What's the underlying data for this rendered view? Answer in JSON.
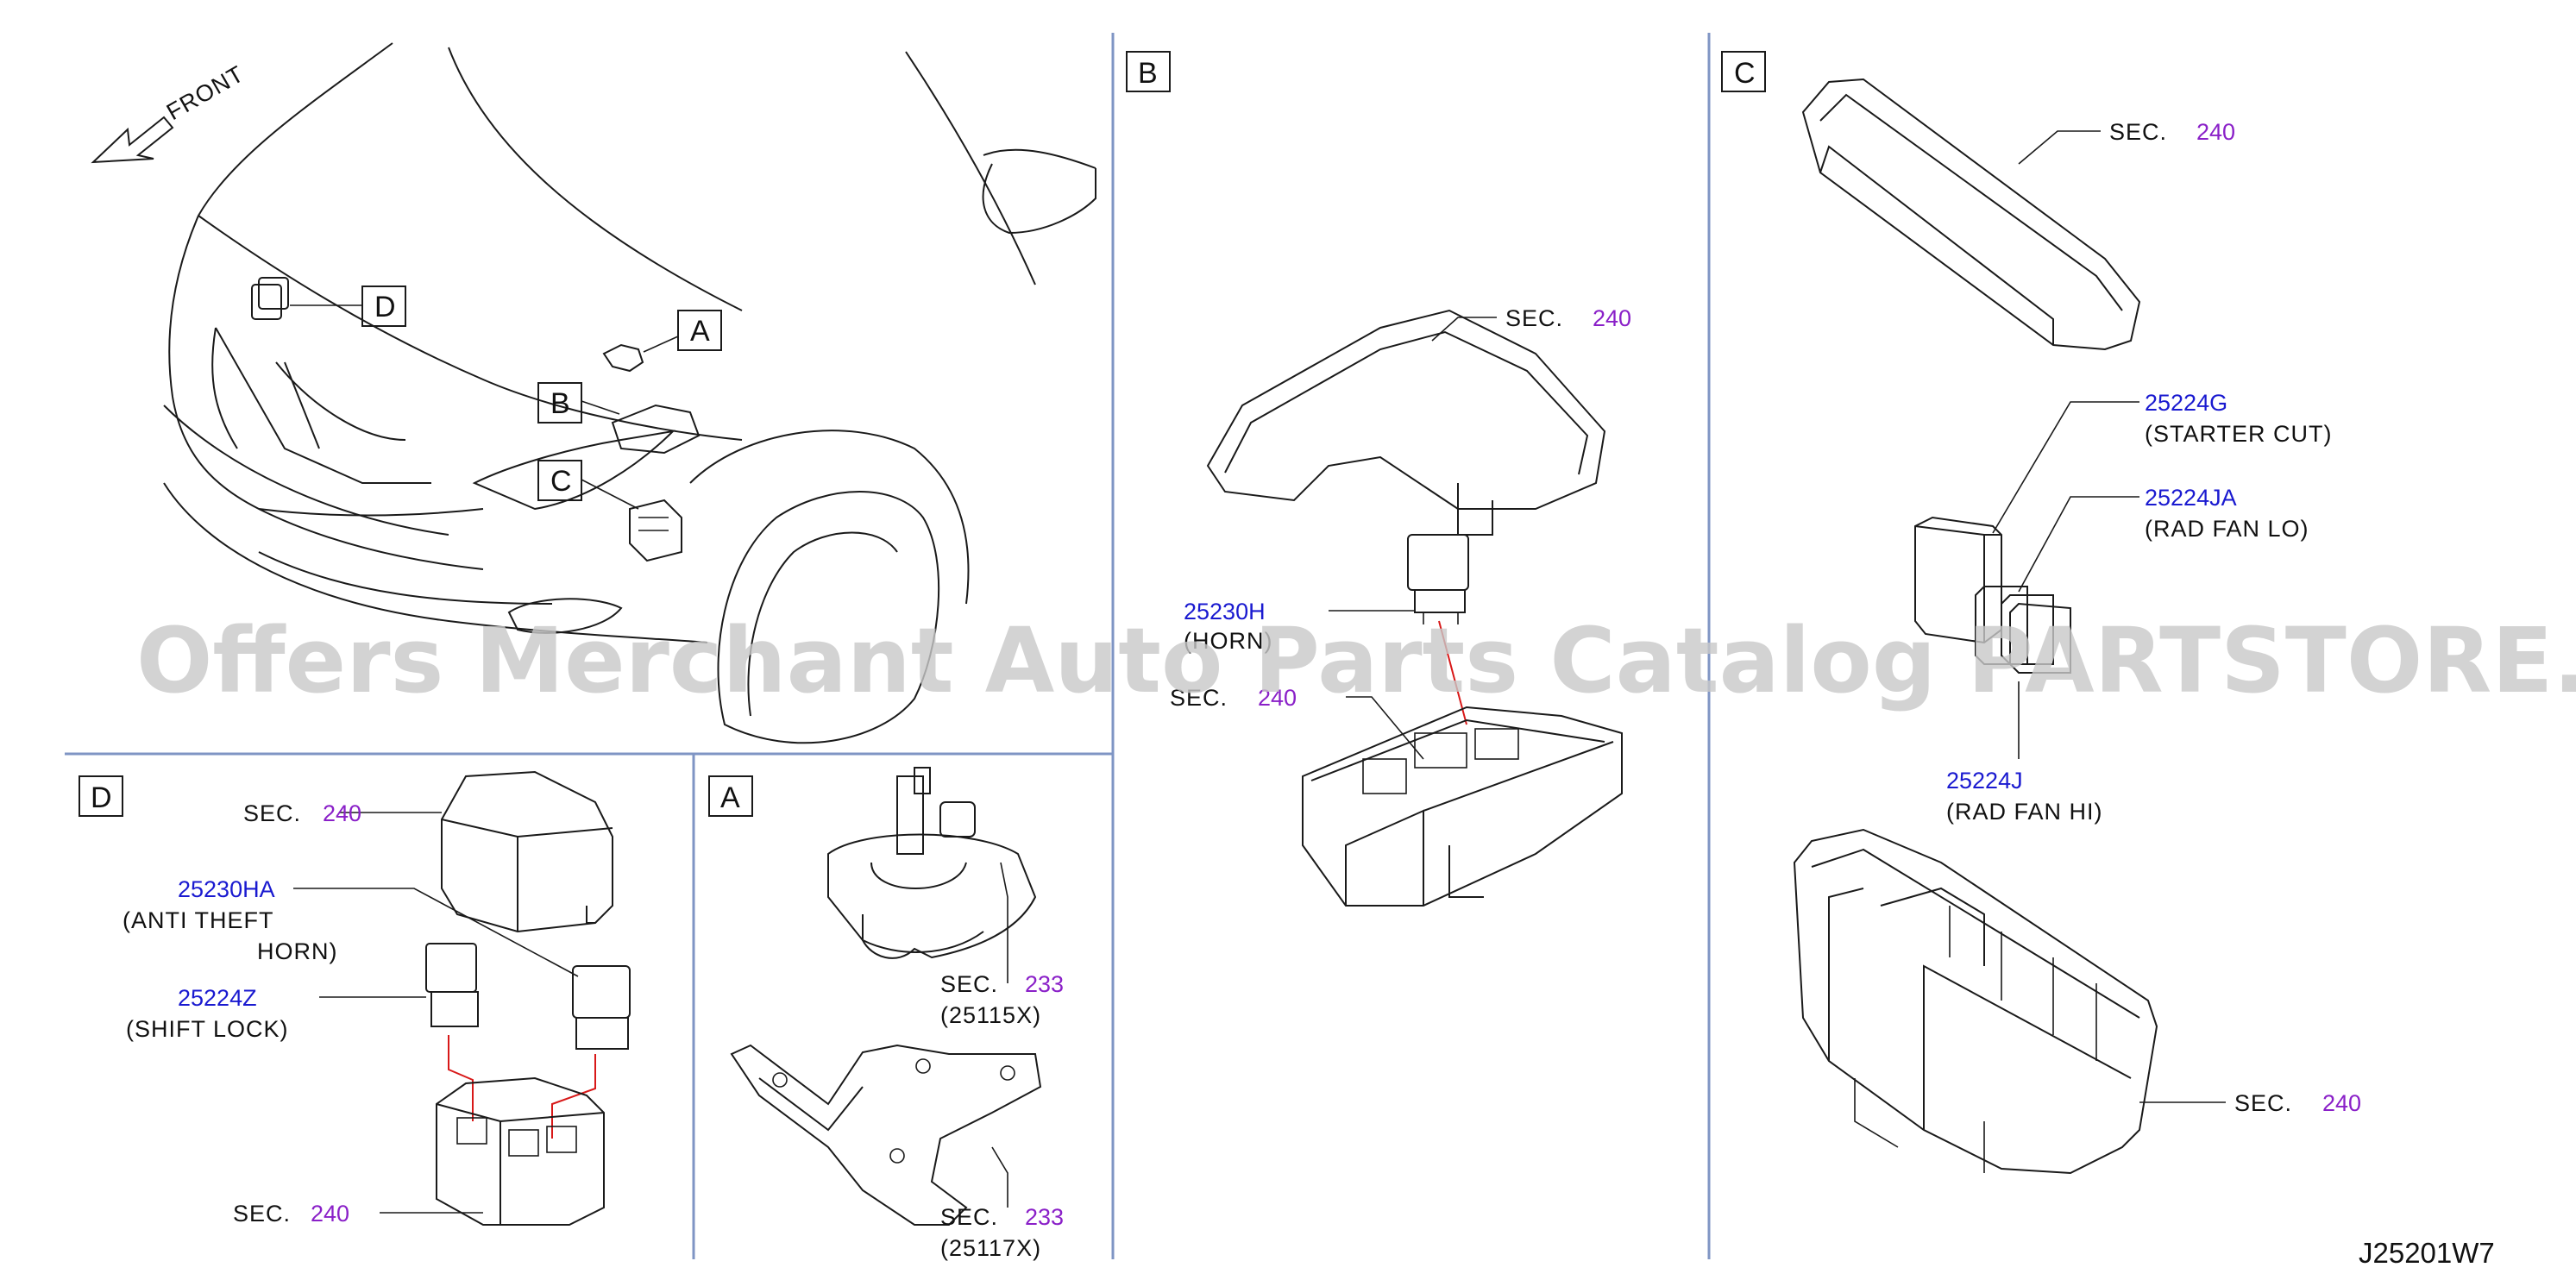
{
  "colors": {
    "part_number": "#1a1ad0",
    "section_number": "#8a20c8",
    "divider": "#7f95c4",
    "wire": "#d81818"
  },
  "watermark": "Offers Merchant Auto Parts Catalog PARTSTORE.SA",
  "diagram_code": "J25201W7",
  "overview": {
    "front_label": "FRONT",
    "callouts": [
      "A",
      "B",
      "C",
      "D"
    ]
  },
  "panel_b": {
    "box_label": "B",
    "sec_top": {
      "label": "SEC.",
      "num": "240"
    },
    "horn": {
      "part": "25230H",
      "desc": "(HORN)"
    },
    "sec_base": {
      "label": "SEC.",
      "num": "240"
    }
  },
  "panel_c": {
    "box_label": "C",
    "sec_top": {
      "label": "SEC.",
      "num": "240"
    },
    "relays": [
      {
        "part": "25224G",
        "desc": "(STARTER   CUT)"
      },
      {
        "part": "25224JA",
        "desc": "(RAD   FAN   LO)"
      },
      {
        "part": "25224J",
        "desc": "(RAD   FAN   HI)"
      }
    ],
    "sec_base": {
      "label": "SEC.",
      "num": "240"
    }
  },
  "panel_d": {
    "box_label": "D",
    "sec_top": {
      "label": "SEC.",
      "num": "240"
    },
    "horn": {
      "part": "25230HA",
      "desc1": "(ANTI   THEFT",
      "desc2": "HORN)"
    },
    "shift": {
      "part": "25224Z",
      "desc": "(SHIFT   LOCK)"
    },
    "sec_base": {
      "label": "SEC.",
      "num": "240"
    }
  },
  "panel_a": {
    "box_label": "A",
    "sec_solenoid": {
      "label": "SEC.",
      "num": "233",
      "ref": "(25115X)"
    },
    "sec_bracket": {
      "label": "SEC.",
      "num": "233",
      "ref": "(25117X)"
    }
  }
}
